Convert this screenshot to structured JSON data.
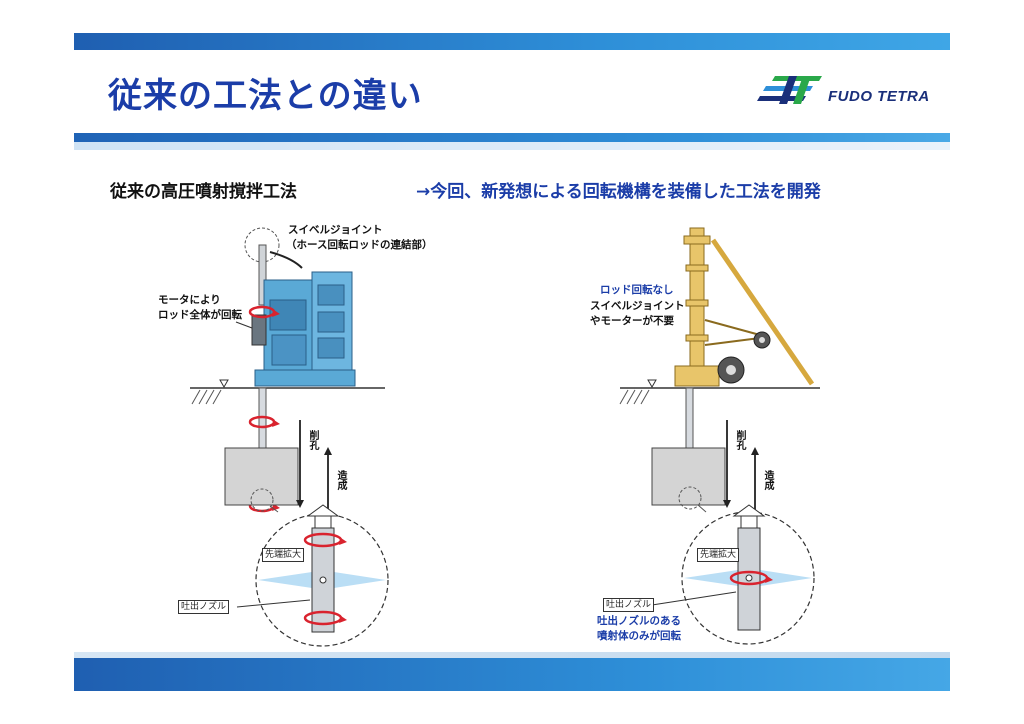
{
  "title": "従来の工法との違い",
  "logo": {
    "text": "FUDO TETRA",
    "icon": "fudo-tetra-logo-icon",
    "colors": {
      "navy": "#1a2f7a",
      "green": "#2aa84a",
      "blue": "#2e8fd8"
    }
  },
  "left": {
    "heading": "従来の高圧噴射撹拌工法",
    "swivel_label_1": "スイベルジョイント",
    "swivel_label_2": "（ホース回転ロッドの連結部）",
    "motor_label_1": "モータにより",
    "motor_label_2": "ロッド全体が回転",
    "drill_label": "削孔",
    "build_label": "造成",
    "tip_label": "先端拡大",
    "nozzle_label": "吐出ノズル"
  },
  "right": {
    "heading": "→今回、新発想による回転機構を装備した工法を開発",
    "no_rotation_label": "ロッド回転なし",
    "no_swivel_label_1": "スイベルジョイント",
    "no_swivel_label_2": "やモーターが不要",
    "drill_label": "削孔",
    "build_label": "造成",
    "tip_label": "先端拡大",
    "nozzle_label": "吐出ノズル",
    "rotate_label_1": "吐出ノズルのある",
    "rotate_label_2": "噴射体のみが回転"
  },
  "colors": {
    "accent": "#1b3da8",
    "machine": "#5aa9d6",
    "rig": "#e8c56a",
    "arrow": "#d9232e",
    "jet": "#a9d6f2"
  }
}
